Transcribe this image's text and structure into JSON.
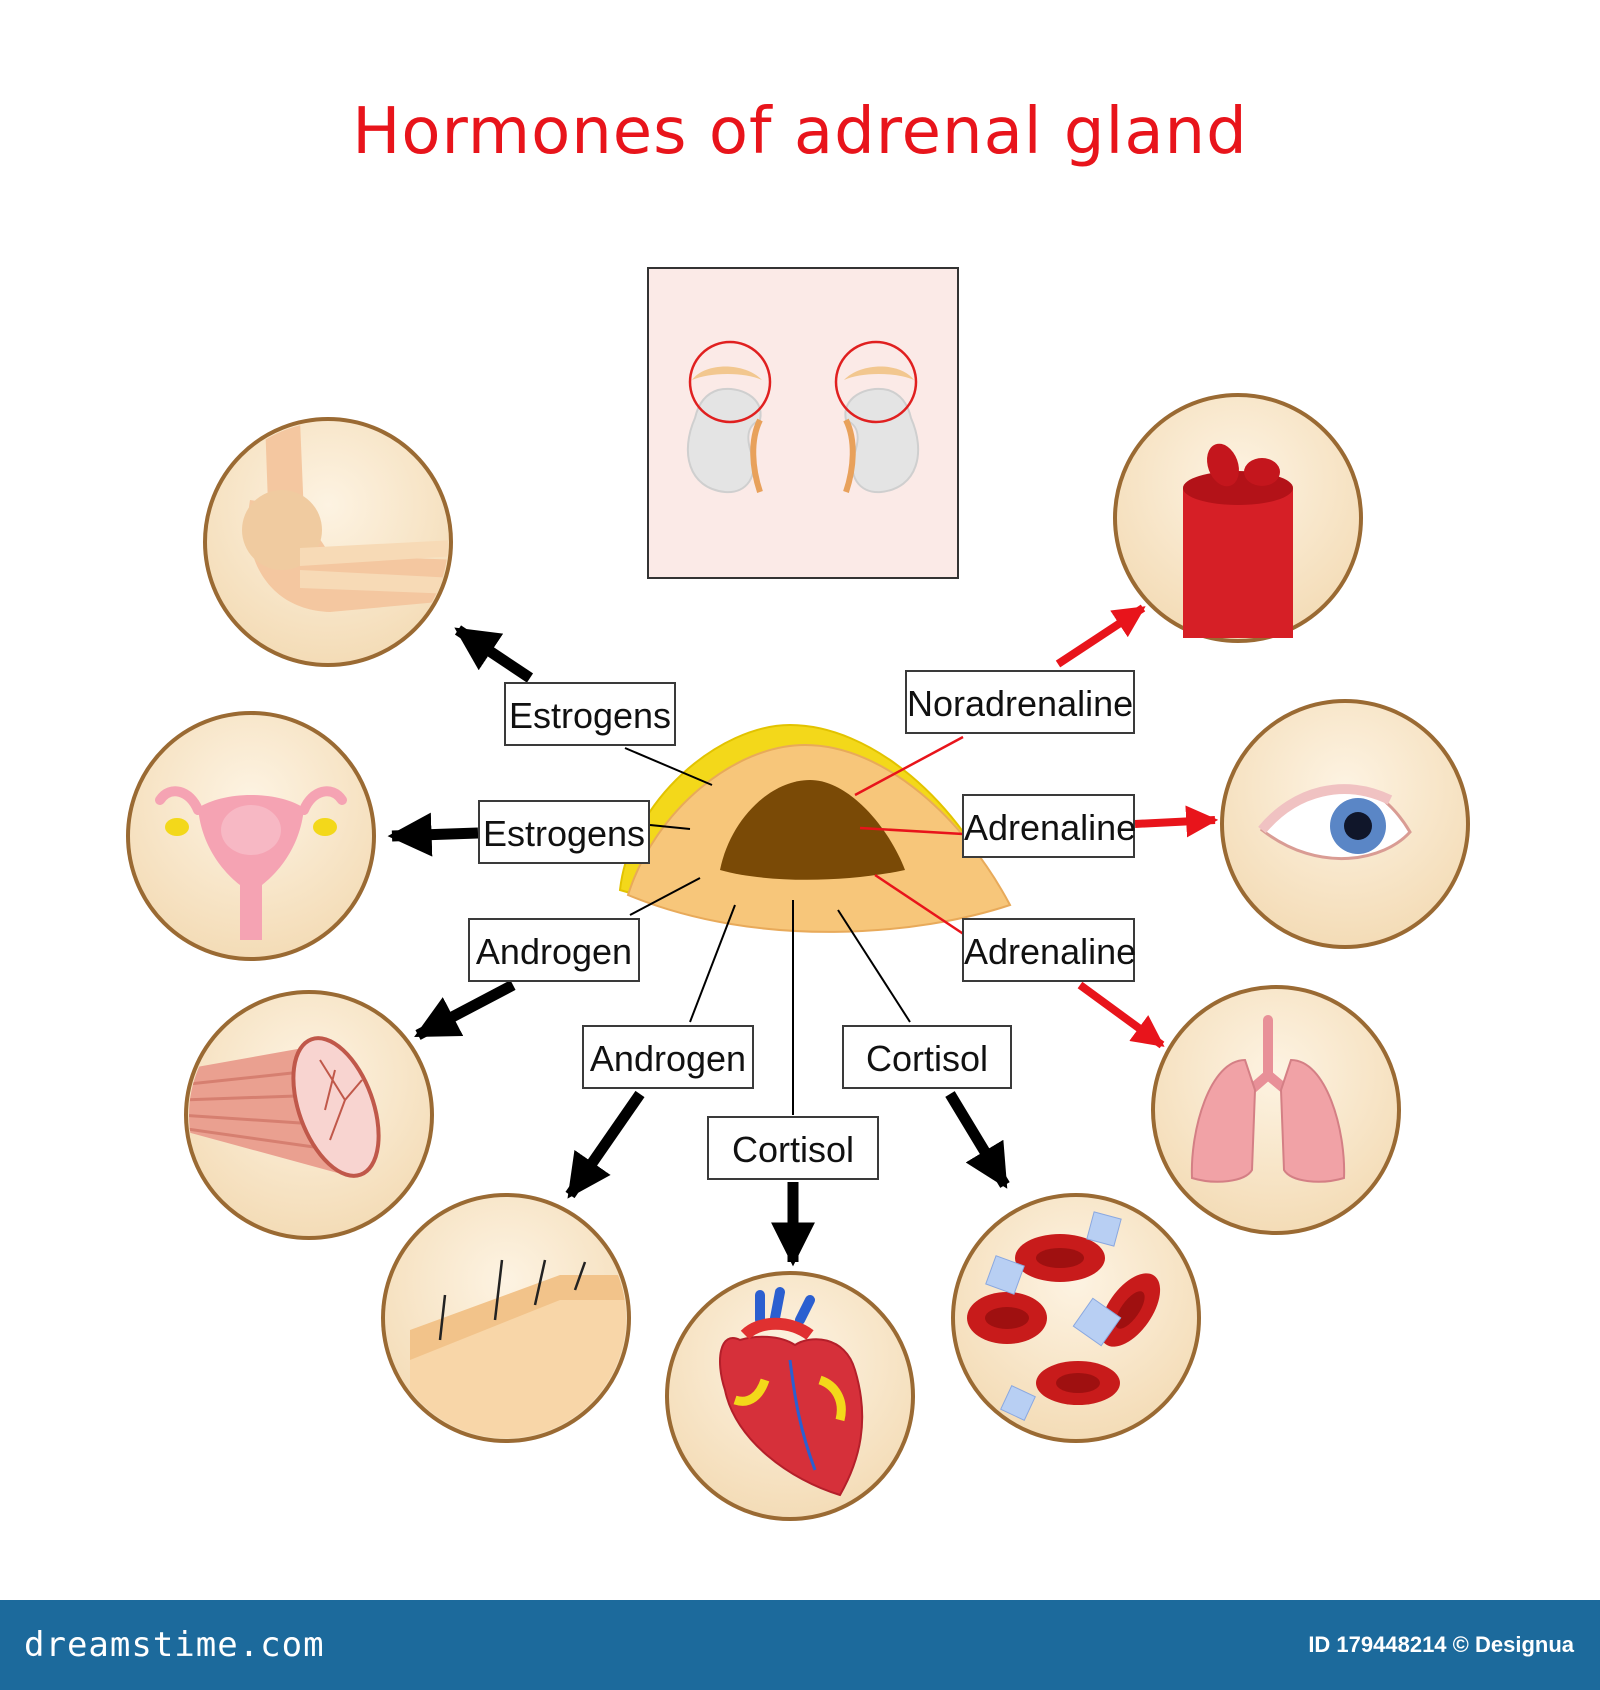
{
  "title": "Hormones of adrenal gland",
  "labels": {
    "estrogens_bone": "Estrogens",
    "estrogens_uterus": "Estrogens",
    "androgen_muscle": "Androgen",
    "androgen_skin": "Androgen",
    "cortisol_heart": "Cortisol",
    "cortisol_blood": "Cortisol",
    "noradrenaline_vessel": "Noradrenaline",
    "adrenaline_eye": "Adrenaline",
    "adrenaline_lungs": "Adrenaline"
  },
  "footer": {
    "brand": "dreamstime.com",
    "credit": "ID 179448214 © Designua"
  },
  "colors": {
    "title": "#e8141b",
    "red_arrow": "#e8141b",
    "black_arrow": "#000000",
    "circle_fill": "#f8e4c4",
    "circle_border": "#9a6a33",
    "gland_cortex": "#f7c67a",
    "gland_capsule": "#f3d81a",
    "gland_medulla": "#7a4a06",
    "footer_bg": "#1c6a9c"
  },
  "icons": [
    "elbow-joint-icon",
    "uterus-icon",
    "muscle-fiber-icon",
    "skin-hair-icon",
    "heart-icon",
    "red-blood-cells-icon",
    "lungs-icon",
    "eye-icon",
    "blood-vessel-icon",
    "kidneys-icon",
    "adrenal-gland-icon"
  ]
}
